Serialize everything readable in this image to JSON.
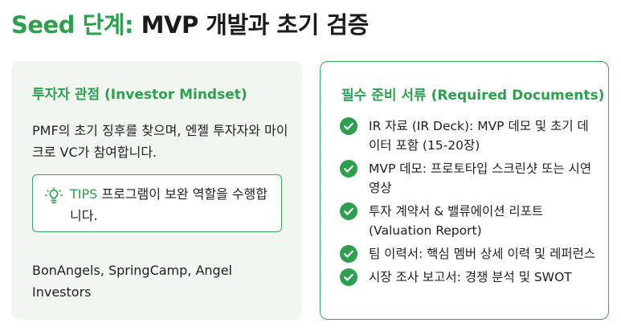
{
  "header": {
    "title_accent": "Seed 단계:",
    "title_rest": " MVP 개발과 초기 검증"
  },
  "investor_card": {
    "heading": "투자자 관점 (Investor Mindset)",
    "body": "PMF의 초기 징후를 찾으며, 엔젤 투자자와 마이크로 VC가 참여합니다.",
    "tips": {
      "icon": "lightbulb-icon",
      "label": "TIPS",
      "text": " 프로그램이 보완 역할을 수행합니다."
    },
    "investors": "BonAngels, SpringCamp, Angel Investors"
  },
  "documents_card": {
    "heading": "필수 준비 서류 (Required Documents)",
    "items": [
      "IR 자료 (IR Deck): MVP 데모 및 초기 데이터 포함 (15-20장)",
      "MVP 데모: 프로토타입 스크린샷 또는 시연 영상",
      "투자 계약서 & 밸류에이션 리포트 (Valuation Report)",
      "팀 이력서: 핵심 멤버 상세 이력 및 레퍼런스",
      "시장 조사 보고서: 경쟁 분석 및 SWOT"
    ]
  },
  "colors": {
    "accent": "#2e9e4f",
    "card_bg": "#f1f6f1",
    "border": "#3aa65a",
    "check_fill": "#2e9e4f"
  }
}
